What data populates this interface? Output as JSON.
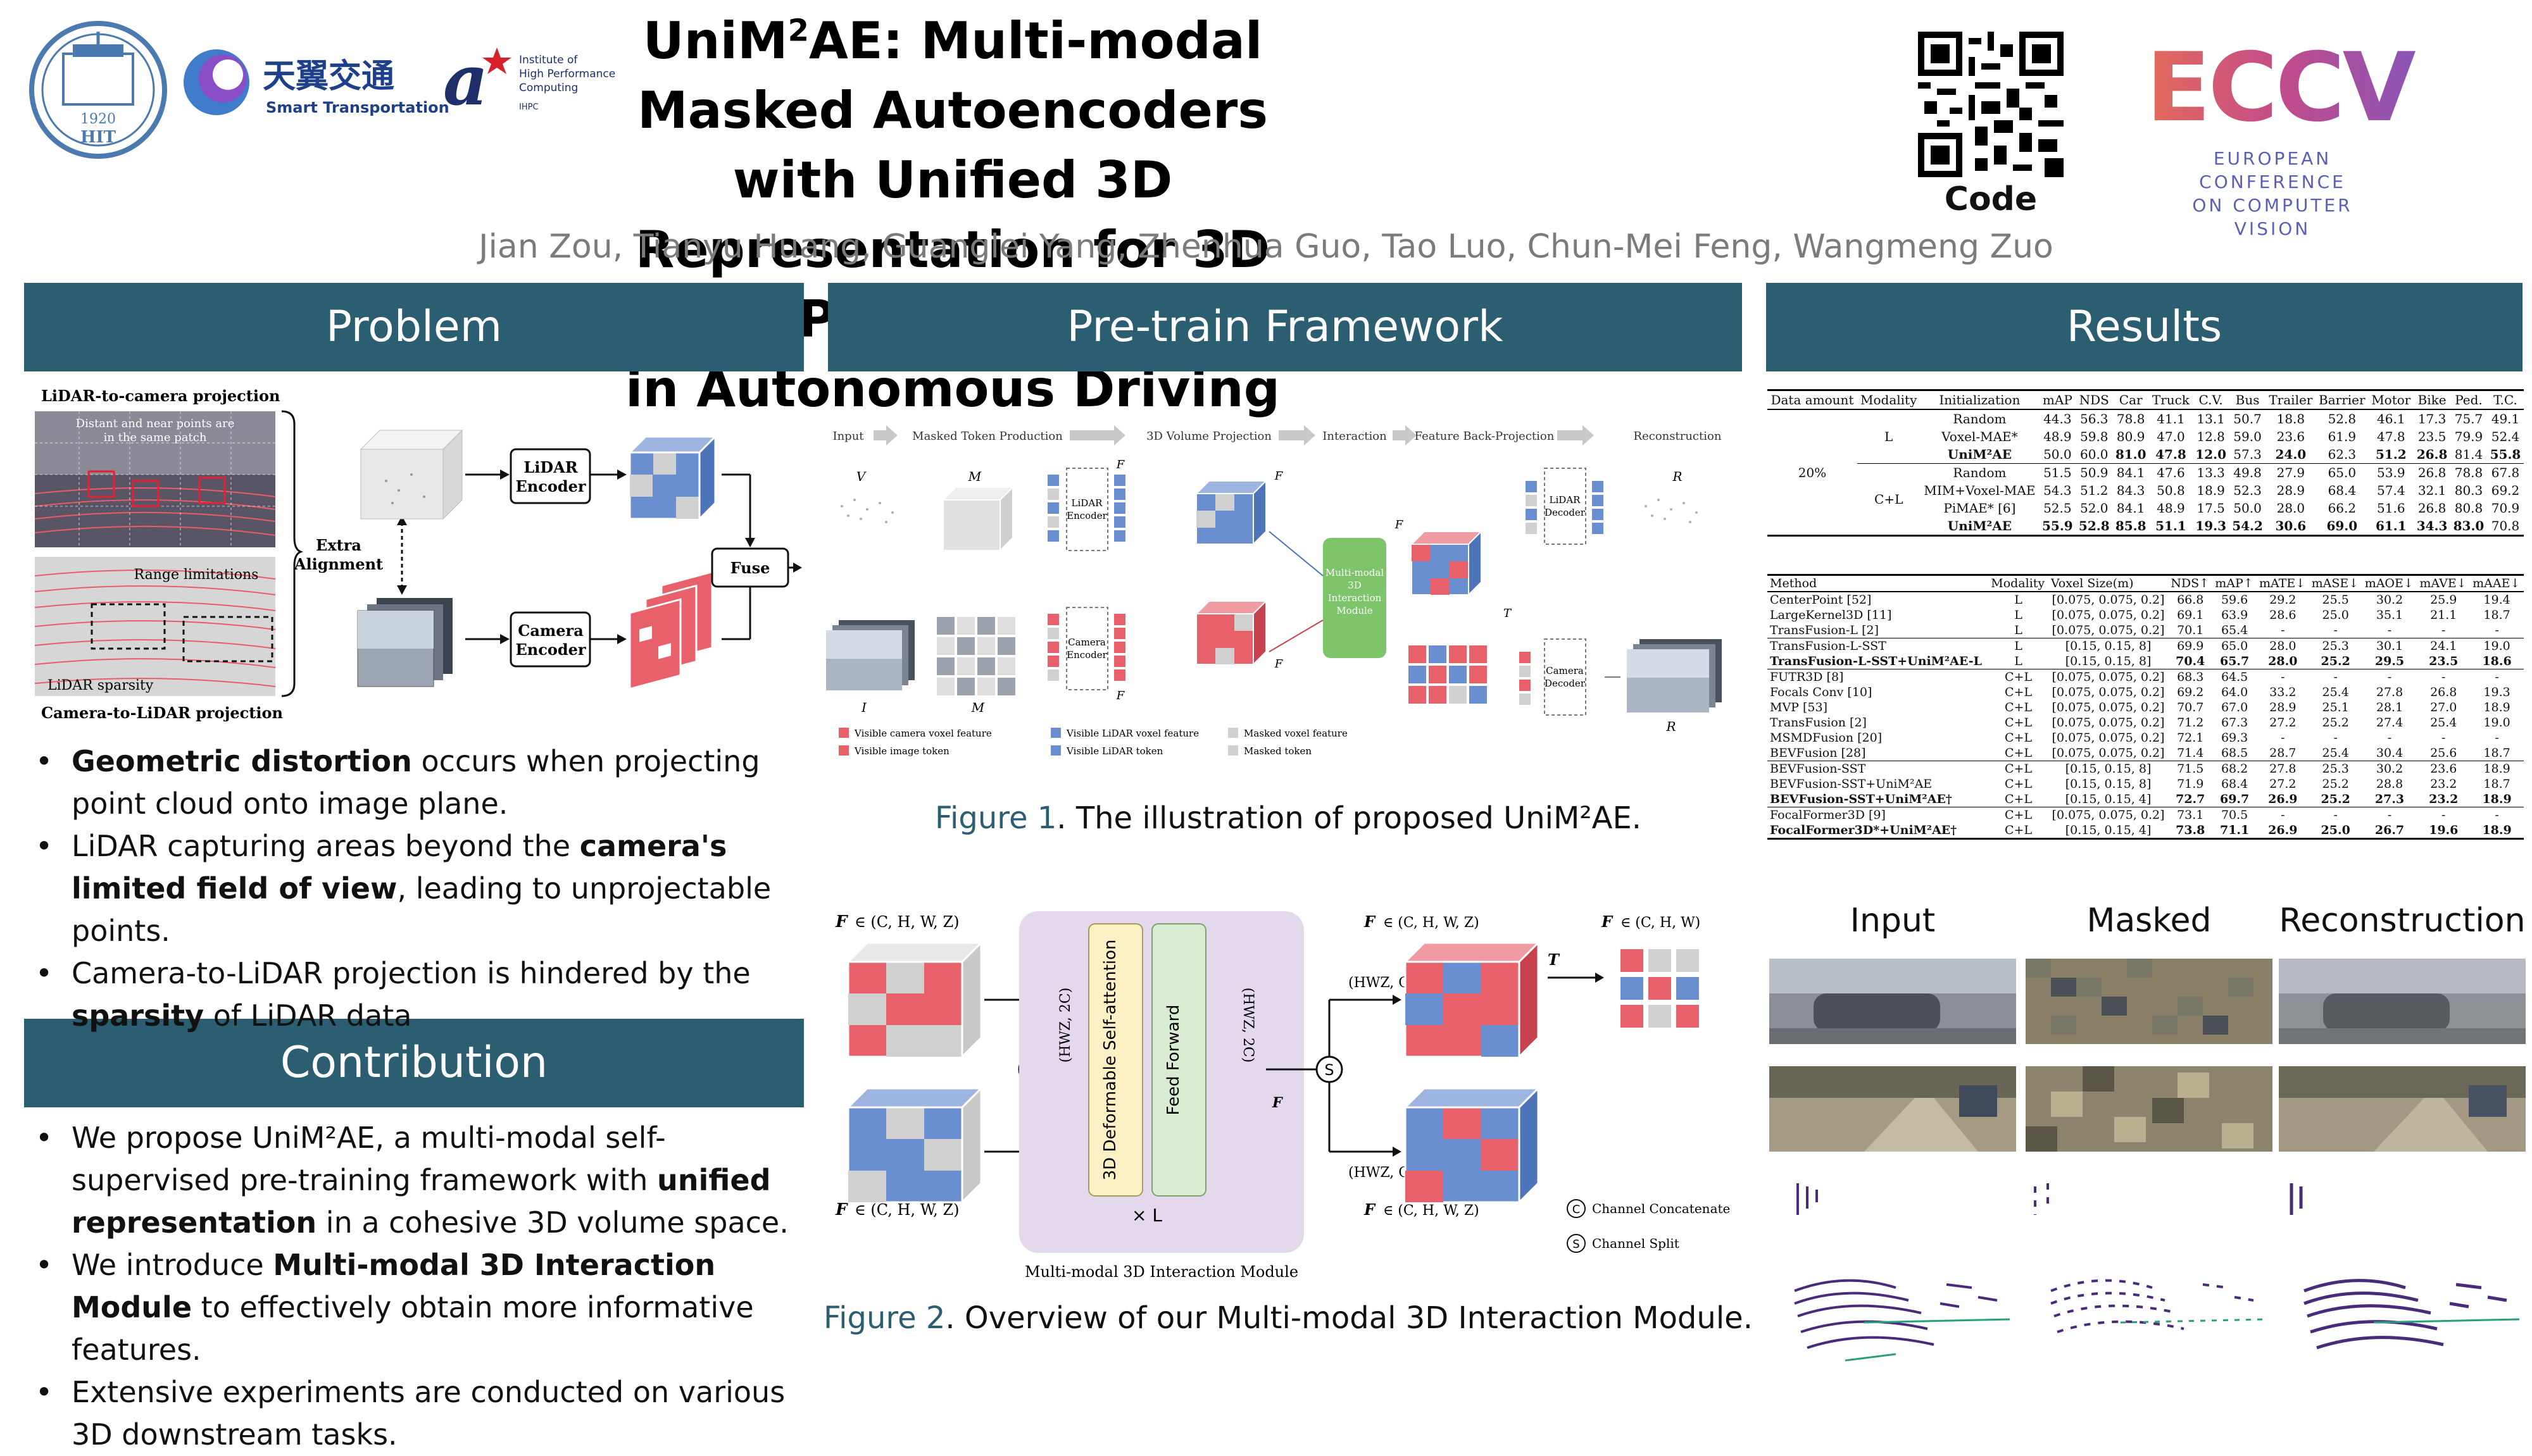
{
  "header": {
    "title_line1_prefix": "UniM",
    "title_sup": "2",
    "title_line1_suffix": "AE: Multi-modal Masked Autoencoders",
    "title_line2": "with Unified 3D Representation for 3D Perception",
    "title_line3": "in Autonomous Driving",
    "authors": "Jian Zou, Tianyu Huang, Guanglei Yang, Zhenhua Guo, Tao Luo, Chun-Mei Feng, Wangmeng Zuo",
    "qr_label": "Code",
    "logos": {
      "hit": {
        "year": "1920",
        "name": "HIT"
      },
      "smart_transport": {
        "cn": "天翼交通",
        "en": "Smart Transportation"
      },
      "ihpc": {
        "line1": "Institute of",
        "line2": "High Performance",
        "line3": "Computing",
        "abbr": "IHPC"
      },
      "eccv": {
        "name": "ECCV",
        "line1": "EUROPEAN",
        "line2": "CONFERENCE",
        "line3": "ON COMPUTER",
        "line4": "VISION"
      }
    }
  },
  "problem": {
    "heading": "Problem",
    "figure": {
      "lidar_to_camera": "LiDAR-to-camera projection",
      "camera_to_lidar": "Camera-to-LiDAR projection",
      "note_distant": "Distant and near points are",
      "note_distant2": "in the same patch",
      "note_range": "Range limitations",
      "note_sparsity": "LiDAR sparsity",
      "extra_alignment_1": "Extra",
      "extra_alignment_2": "Alignment",
      "lidar_encoder_1": "LiDAR",
      "lidar_encoder_2": "Encoder",
      "camera_encoder_1": "Camera",
      "camera_encoder_2": "Encoder",
      "fuse": "Fuse"
    },
    "bullets": [
      {
        "bold": "Geometric distortion",
        "text": " occurs when projecting point cloud onto image plane."
      },
      {
        "pre": "LiDAR capturing areas beyond the ",
        "bold": "camera's limited field of view",
        "text": ", leading to unprojectable points."
      },
      {
        "pre": "Camera-to-LiDAR projection is hindered by the ",
        "bold": "sparsity",
        "text": " of LiDAR data"
      }
    ]
  },
  "contribution": {
    "heading": "Contribution",
    "bullets": [
      {
        "pre": "We propose UniM²AE, a multi-modal self-supervised pre-training framework with ",
        "bold": "unified representation",
        "text": " in a cohesive 3D volume space."
      },
      {
        "pre": "We introduce ",
        "bold": "Multi-modal 3D Interaction Module",
        "text": " to effectively obtain more informative features."
      },
      {
        "pre": "Extensive experiments are conducted on various 3D downstream tasks.",
        "bold": "",
        "text": ""
      }
    ]
  },
  "framework": {
    "heading": "Pre-train Framework",
    "fig1": {
      "stages": [
        "Input",
        "Masked Token Production",
        "3D Volume Projection",
        "Interaction",
        "Feature Back-Projection",
        "Reconstruction"
      ],
      "lidar_encoder": [
        "LiDAR",
        "Encoder"
      ],
      "camera_encoder": [
        "Camera",
        "Encoder"
      ],
      "lidar_decoder": [
        "LiDAR",
        "Decoder"
      ],
      "camera_decoder": [
        "Camera",
        "Decoder"
      ],
      "module": [
        "Multi-modal",
        "3D",
        "Interaction",
        "Module"
      ],
      "legend": [
        "Visible camera voxel feature",
        "Visible LiDAR voxel feature",
        "Masked voxel feature",
        "Visible image token",
        "Visible LiDAR token",
        "Masked token"
      ],
      "labels": {
        "V": "V",
        "MV": "M",
        "I": "I",
        "MI": "M",
        "FV": "F",
        "FI": "F",
        "Fc": "F",
        "Tproj": "T",
        "RV": "R",
        "RI": "R"
      }
    },
    "fig1_caption_label": "Figure 1",
    "fig1_caption_text": ". The illustration of proposed UniM²AE.",
    "fig2": {
      "f_i_vol": "F",
      "f_v_vol": "F",
      "in_shape": "∈ (C, H, W, Z)",
      "hwz_2c": "(HWZ, 2C)",
      "hwz_c": "(HWZ, C)",
      "attention": "3D Deformable Self-attention",
      "feed_forward": "Feed Forward",
      "times_l": "× L",
      "module_label": "Multi-modal 3D Interaction Module",
      "concat": "C",
      "split": "S",
      "tproj": "T",
      "out_shape_i": "∈ (C, H, W, Z)",
      "out_shape_v": "∈ (C, H, W, Z)",
      "proj_shape": "∈ (C, H, W)",
      "legend_concat": "Channel Concatenate",
      "legend_split": "Channel Split"
    },
    "fig2_caption_label": "Figure 2",
    "fig2_caption_text": ". Overview of our Multi-modal 3D Interaction Module."
  },
  "results": {
    "heading": "Results",
    "table1": {
      "headers": [
        "Data amount",
        "Modality",
        "Initialization",
        "mAP",
        "NDS",
        "Car",
        "Truck",
        "C.V.",
        "Bus",
        "Trailer",
        "Barrier",
        "Motor",
        "Bike",
        "Ped.",
        "T.C."
      ],
      "data_amount": "20%",
      "groups": [
        {
          "modality": "L",
          "rows": [
            {
              "init": "Random",
              "vals": [
                "44.3",
                "56.3",
                "78.8",
                "41.1",
                "13.1",
                "50.7",
                "18.8",
                "52.8",
                "46.1",
                "17.3",
                "75.7",
                "49.1"
              ]
            },
            {
              "init": "Voxel-MAE*",
              "vals": [
                "48.9",
                "59.8",
                "80.9",
                "47.0",
                "12.8",
                "59.0",
                "23.6",
                "61.9",
                "47.8",
                "23.5",
                "79.9",
                "52.4"
              ]
            },
            {
              "init": "UniM²AE",
              "vals": [
                "50.0",
                "60.0",
                "81.0",
                "47.8",
                "12.0",
                "57.3",
                "24.0",
                "62.3",
                "51.2",
                "26.8",
                "81.4",
                "55.8"
              ]
            }
          ]
        },
        {
          "modality": "C+L",
          "rows": [
            {
              "init": "Random",
              "vals": [
                "51.5",
                "50.9",
                "84.1",
                "47.6",
                "13.3",
                "49.8",
                "27.9",
                "65.0",
                "53.9",
                "26.8",
                "78.8",
                "67.8"
              ]
            },
            {
              "init": "MIM+Voxel-MAE",
              "vals": [
                "54.3",
                "51.2",
                "84.3",
                "50.8",
                "18.9",
                "52.3",
                "28.9",
                "68.4",
                "57.4",
                "32.1",
                "80.3",
                "69.2"
              ]
            },
            {
              "init": "PiMAE* [6]",
              "vals": [
                "52.5",
                "52.0",
                "84.1",
                "48.9",
                "17.5",
                "50.0",
                "28.0",
                "66.2",
                "51.6",
                "26.8",
                "80.8",
                "70.9"
              ]
            },
            {
              "init": "UniM²AE",
              "vals": [
                "55.9",
                "52.8",
                "85.8",
                "51.1",
                "19.3",
                "54.2",
                "30.6",
                "69.0",
                "61.1",
                "34.3",
                "83.0",
                "70.8"
              ]
            }
          ]
        }
      ]
    },
    "table2": {
      "headers": [
        "Method",
        "Modality",
        "Voxel Size(m)",
        "NDS↑",
        "mAP↑",
        "mATE↓",
        "mASE↓",
        "mAOE↓",
        "mAVE↓",
        "mAAE↓"
      ],
      "groups": [
        [
          [
            "CenterPoint [52]",
            "L",
            "[0.075, 0.075, 0.2]",
            "66.8",
            "59.6",
            "29.2",
            "25.5",
            "30.2",
            "25.9",
            "19.4"
          ],
          [
            "LargeKernel3D [11]",
            "L",
            "[0.075, 0.075, 0.2]",
            "69.1",
            "63.9",
            "28.6",
            "25.0",
            "35.1",
            "21.1",
            "18.7"
          ],
          [
            "TransFusion-L [2]",
            "L",
            "[0.075, 0.075, 0.2]",
            "70.1",
            "65.4",
            "-",
            "-",
            "-",
            "-",
            "-"
          ]
        ],
        [
          [
            "TransFusion-L-SST",
            "L",
            "[0.15, 0.15, 8]",
            "69.9",
            "65.0",
            "28.0",
            "25.3",
            "30.1",
            "24.1",
            "19.0"
          ],
          [
            "TransFusion-L-SST+UniM²AE-L",
            "L",
            "[0.15, 0.15, 8]",
            "70.4",
            "65.7",
            "28.0",
            "25.2",
            "29.5",
            "23.5",
            "18.6"
          ]
        ],
        [
          [
            "FUTR3D [8]",
            "C+L",
            "[0.075, 0.075, 0.2]",
            "68.3",
            "64.5",
            "-",
            "-",
            "-",
            "-",
            "-"
          ],
          [
            "Focals Conv [10]",
            "C+L",
            "[0.075, 0.075, 0.2]",
            "69.2",
            "64.0",
            "33.2",
            "25.4",
            "27.8",
            "26.8",
            "19.3"
          ],
          [
            "MVP [53]",
            "C+L",
            "[0.075, 0.075, 0.2]",
            "70.7",
            "67.0",
            "28.9",
            "25.1",
            "28.1",
            "27.0",
            "18.9"
          ],
          [
            "TransFusion [2]",
            "C+L",
            "[0.075, 0.075, 0.2]",
            "71.2",
            "67.3",
            "27.2",
            "25.2",
            "27.4",
            "25.4",
            "19.0"
          ],
          [
            "MSMDFusion [20]",
            "C+L",
            "[0.075, 0.075, 0.2]",
            "72.1",
            "69.3",
            "-",
            "-",
            "-",
            "-",
            "-"
          ],
          [
            "BEVFusion [28]",
            "C+L",
            "[0.075, 0.075, 0.2]",
            "71.4",
            "68.5",
            "28.7",
            "25.4",
            "30.4",
            "25.6",
            "18.7"
          ]
        ],
        [
          [
            "BEVFusion-SST",
            "C+L",
            "[0.15, 0.15, 8]",
            "71.5",
            "68.2",
            "27.8",
            "25.3",
            "30.2",
            "23.6",
            "18.9"
          ],
          [
            "BEVFusion-SST+UniM²AE",
            "C+L",
            "[0.15, 0.15, 8]",
            "71.9",
            "68.4",
            "27.2",
            "25.2",
            "28.8",
            "23.2",
            "18.7"
          ],
          [
            "BEVFusion-SST+UniM²AE†",
            "C+L",
            "[0.15, 0.15, 4]",
            "72.7",
            "69.7",
            "26.9",
            "25.2",
            "27.3",
            "23.2",
            "18.9"
          ]
        ],
        [
          [
            "FocalFormer3D [9]",
            "C+L",
            "[0.075, 0.075, 0.2]",
            "73.1",
            "70.5",
            "-",
            "-",
            "-",
            "-",
            "-"
          ],
          [
            "FocalFormer3D*+UniM²AE†",
            "C+L",
            "[0.15, 0.15, 4]",
            "73.8",
            "71.1",
            "26.9",
            "25.0",
            "26.7",
            "19.6",
            "18.9"
          ]
        ]
      ]
    },
    "vis": {
      "input": "Input",
      "masked": "Masked",
      "reconstruction": "Reconstruction"
    }
  },
  "colors": {
    "header_bg": "#2a5e70",
    "red_voxel": "#e8606a",
    "blue_voxel": "#6a8fd0",
    "grey_voxel": "#d0d0d0",
    "module_bg": "#e4d9ec",
    "attention_bg": "#fbf1c4",
    "ff_bg": "#d9ecd2",
    "interaction_green": "#7dc46a"
  }
}
